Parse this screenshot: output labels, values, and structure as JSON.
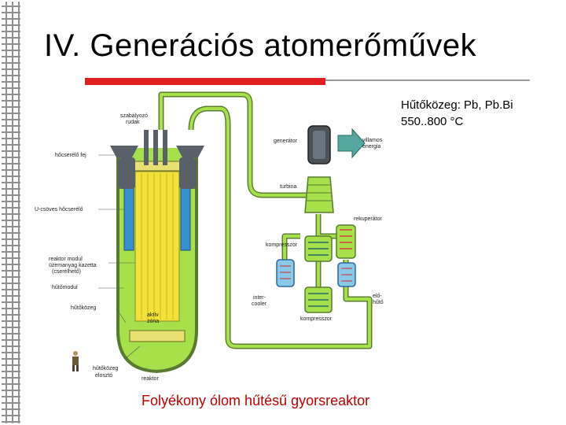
{
  "slide": {
    "title": "IV. Generációs atomerőművek",
    "coolant_line1": "Hűtőközeg: Pb, Pb.Bi",
    "coolant_line2": "550..800 °C",
    "caption": "Folyékony ólom hűtésű gyorsreaktor"
  },
  "diagram": {
    "labels": {
      "control_rods_1": "szabályozó",
      "control_rods_2": "rudak",
      "heat_exchanger_head": "hőcserélő fej",
      "u_tube_hx": "U-csöves hőcserélő",
      "reactor_module_1": "reaktor modul",
      "reactor_module_2": "üzemanyag kazetta",
      "reactor_module_3": "(cserélhető)",
      "cooling_module": "hűtőmodul",
      "coolant": "hűtőközeg",
      "active_zone_1": "aktív",
      "active_zone_2": "zóna",
      "coolant_distributor_1": "hűtőközeg",
      "coolant_distributor_2": "elosztó",
      "reactor": "reaktor",
      "generator": "generátor",
      "electric_1": "villamos",
      "electric_2": "energia",
      "turbine": "turbina",
      "recuperator": "rekuperátor",
      "compressor_top": "kompresszor",
      "intercooler_1": "inter-",
      "intercooler_2": "cooler",
      "precooler_1": "elő-",
      "precooler_2": "hűtő",
      "compressor_bottom": "kompresszor"
    },
    "colors": {
      "coolant_green": "#a6e04a",
      "vessel_blue": "#3a8fd0",
      "core_yellow": "#f2e23a",
      "steel_gray": "#58606a",
      "accent_red": "#e02020"
    }
  }
}
